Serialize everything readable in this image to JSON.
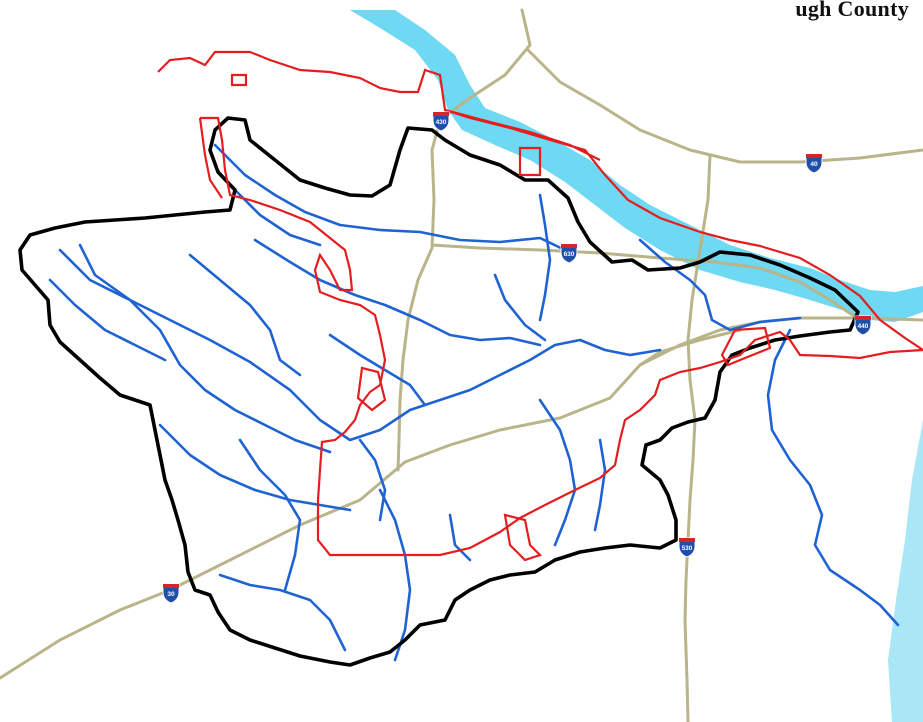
{
  "map": {
    "title": "ugh County",
    "colors": {
      "river": "#6fd8f3",
      "streams": "#1f63d2",
      "watershed_boundary": "#000000",
      "city_limits": "#e41e1e",
      "highway": "#b9b48a",
      "shield_blue": "#1f4fa8",
      "shield_red": "#d0262c"
    },
    "shields": [
      {
        "icon": "interstate-shield-icon",
        "label": "430"
      },
      {
        "icon": "interstate-shield-icon",
        "label": "40"
      },
      {
        "icon": "interstate-shield-icon",
        "label": "630"
      },
      {
        "icon": "interstate-shield-icon",
        "label": "440"
      },
      {
        "icon": "interstate-shield-icon",
        "label": "530"
      },
      {
        "icon": "interstate-shield-icon",
        "label": "30"
      }
    ]
  }
}
